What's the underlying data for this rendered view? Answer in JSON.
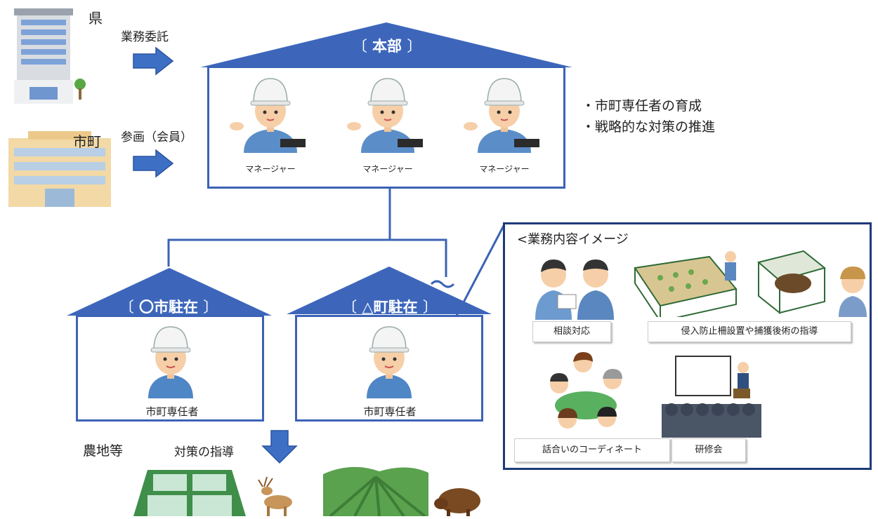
{
  "sources": {
    "prefecture_label": "県",
    "municipality_label": "市町",
    "arrow_top_label": "業務委託",
    "arrow_bottom_label": "参画（会員）"
  },
  "headquarters": {
    "title": "本部",
    "staff": [
      {
        "caption": "マネージャー"
      },
      {
        "caption": "マネージャー"
      },
      {
        "caption": "マネージャー"
      }
    ],
    "notes": [
      "・市町専任者の育成",
      "・戦略的な対策の推進"
    ]
  },
  "branches": [
    {
      "title": "〇市駐在",
      "caption": "市町専任者"
    },
    {
      "title": "△町駐在",
      "caption": "市町専任者"
    }
  ],
  "bottom": {
    "farmland_label": "農地等",
    "guidance_label": "対策の指導"
  },
  "work_box": {
    "title": "<業務内容イメージ",
    "items": [
      {
        "caption": "相談対応"
      },
      {
        "caption": "侵入防止柵設置や捕獲後術の指導"
      },
      {
        "caption": "話合いのコーディネート"
      },
      {
        "caption": "研修会"
      }
    ]
  },
  "colors": {
    "accent": "#3b63b5",
    "roof": "#3d66bb",
    "arrow": "#3d70c4"
  }
}
